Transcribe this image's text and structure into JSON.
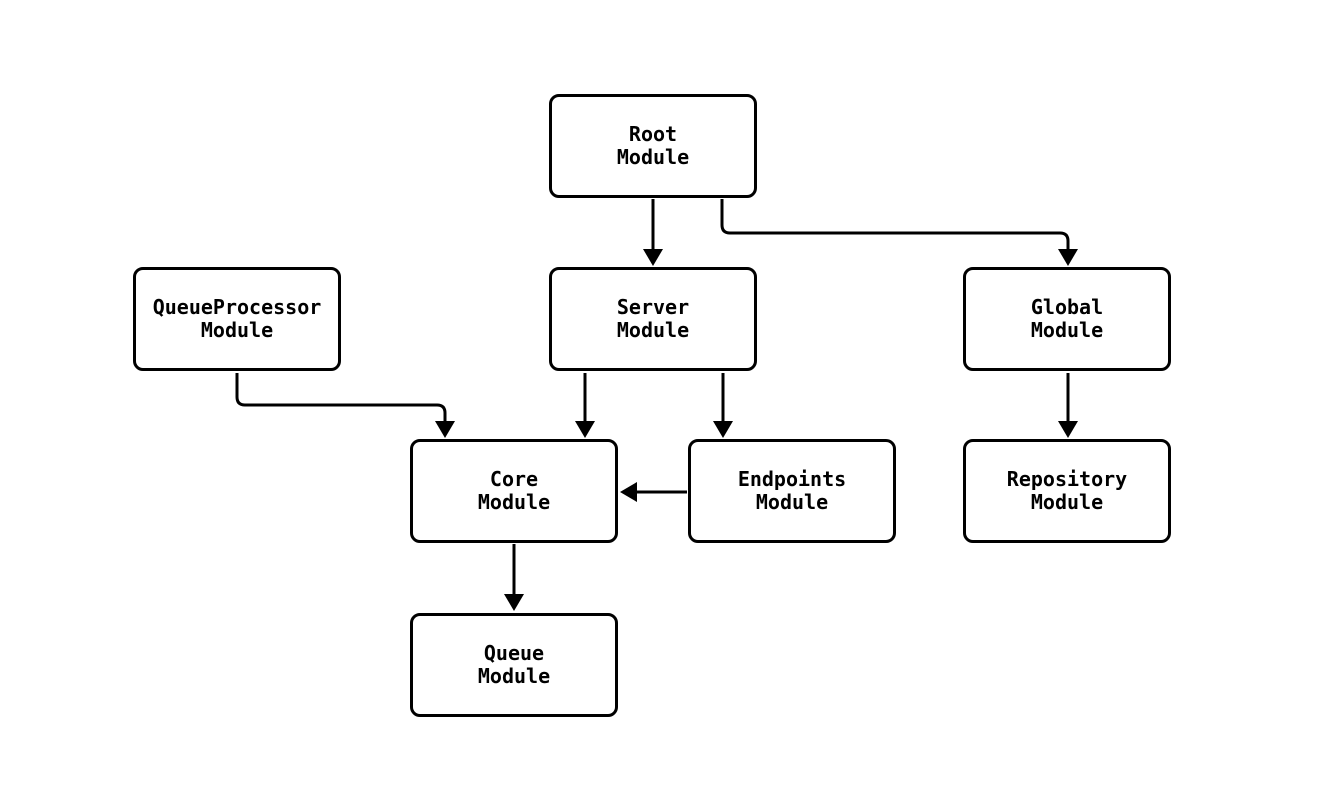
{
  "diagram": {
    "type": "module-dependency-flowchart",
    "colors": {
      "background": "#ffffff",
      "node_fill": "#ffffff",
      "node_border": "#000000",
      "edge": "#000000",
      "text": "#000000"
    },
    "nodes": [
      {
        "id": "root",
        "label": "Root\nModule"
      },
      {
        "id": "queueprocessor",
        "label": "QueueProcessor\nModule"
      },
      {
        "id": "server",
        "label": "Server\nModule"
      },
      {
        "id": "global",
        "label": "Global\nModule"
      },
      {
        "id": "core",
        "label": "Core\nModule"
      },
      {
        "id": "endpoints",
        "label": "Endpoints\nModule"
      },
      {
        "id": "repository",
        "label": "Repository\nModule"
      },
      {
        "id": "queue",
        "label": "Queue\nModule"
      }
    ],
    "edges": [
      {
        "from": "root",
        "to": "server"
      },
      {
        "from": "root",
        "to": "global"
      },
      {
        "from": "queueprocessor",
        "to": "core"
      },
      {
        "from": "server",
        "to": "core"
      },
      {
        "from": "server",
        "to": "endpoints"
      },
      {
        "from": "endpoints",
        "to": "core"
      },
      {
        "from": "global",
        "to": "repository"
      },
      {
        "from": "core",
        "to": "queue"
      }
    ]
  }
}
